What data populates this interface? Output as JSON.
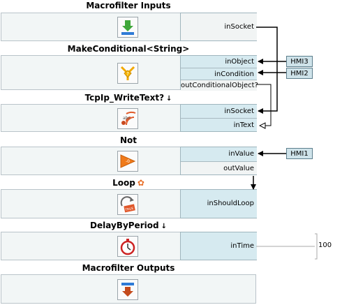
{
  "blocks": {
    "macrofilter_inputs": {
      "title": "Macrofilter Inputs",
      "ports": [
        "inSocket"
      ]
    },
    "make_conditional": {
      "title": "MakeConditional<String>",
      "ports": [
        "inObject",
        "inCondition",
        "outConditionalObject?"
      ]
    },
    "tcpip_write": {
      "title": "TcpIp_WriteText?",
      "title_icon": "↓",
      "ports": [
        "inSocket",
        "inText"
      ]
    },
    "not": {
      "title": "Not",
      "ports": [
        "inValue",
        "outValue"
      ]
    },
    "loop": {
      "title": "Loop",
      "title_icon": "gear-icon",
      "ports": [
        "inShouldLoop"
      ]
    },
    "delay": {
      "title": "DelayByPeriod",
      "title_icon": "↓",
      "ports": [
        "inTime"
      ]
    },
    "macrofilter_outputs": {
      "title": "Macrofilter Outputs"
    }
  },
  "hmi": {
    "hmi3": "HMI3",
    "hmi2": "HMI2",
    "hmi1": "HMI1"
  },
  "constants": {
    "in_time_value": "100"
  },
  "icon_names": {
    "macrofilter_inputs": "download-arrow-icon",
    "make_conditional": "conditional-icon",
    "tcpip_write": "tcp-write-icon",
    "not": "not-icon",
    "loop": "loop-true-icon",
    "delay": "stopwatch-icon",
    "macrofilter_outputs": "output-arrow-icon"
  },
  "colors": {
    "port_in": "#d6eaf0",
    "block_bg": "#f2f6f6",
    "hmi_bg": "#cfe3ea",
    "wire": "#000000"
  }
}
